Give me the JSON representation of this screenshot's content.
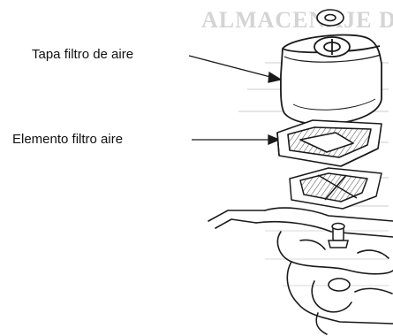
{
  "labels": {
    "cover": "Tapa filtro de aire",
    "element": "Elemento filtro aire"
  },
  "show_through": {
    "heading": "ALMACENAJE DEL"
  },
  "colors": {
    "ink": "#1a1a1a",
    "show_through": "#d4d4d4",
    "background": "#ffffff"
  }
}
